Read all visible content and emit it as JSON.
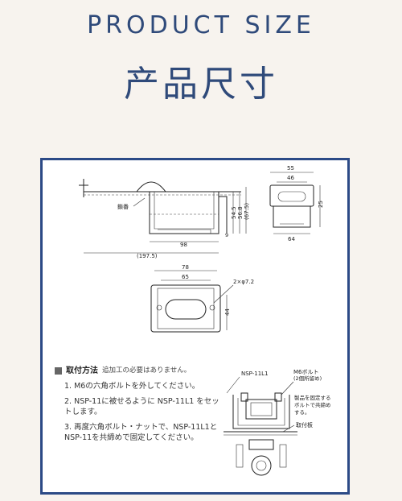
{
  "header": {
    "title_en": "PRODUCT SIZE",
    "title_cn": "产品尺寸"
  },
  "drawing": {
    "top_view": {
      "label_kusari": "鎖番",
      "dim_w": "98",
      "dim_overall": "(197.5)",
      "dim_h1": "54.5",
      "dim_h2": "56.8",
      "dim_h3": "(67.5)",
      "dim_side": "9"
    },
    "side_view": {
      "dim_55": "55",
      "dim_46": "46",
      "dim_25": "25",
      "dim_64": "64"
    },
    "plan_view": {
      "dim_78": "78",
      "dim_65": "65",
      "hole": "2×φ7.2",
      "dim_44": "44"
    },
    "callouts": {
      "model": "NSP-11L1",
      "bolt": "M6ボルト",
      "bolt_note": "(2個所留め)",
      "fix_note_1": "製品を固定する",
      "fix_note_2": "ボルトで共締め",
      "fix_note_3": "する。",
      "mount_plate": "取付板"
    }
  },
  "install": {
    "heading": "取付方法",
    "note": "追加工の必要はありません。",
    "steps": [
      "1. M6の六角ボルトを外してください。",
      "2. NSP-11に被せるように NSP-11L1 をセットします。",
      "3. 再度六角ボルト・ナットで、NSP-11L1とNSP-11を共締めで固定してください。"
    ]
  }
}
